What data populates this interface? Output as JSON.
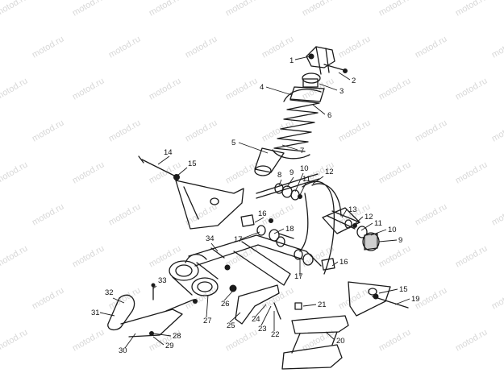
{
  "watermark": "motod.ru",
  "callouts": [
    "1",
    "2",
    "3",
    "4",
    "5",
    "6",
    "7",
    "8",
    "9",
    "10",
    "11",
    "12",
    "13",
    "12",
    "11",
    "10",
    "9",
    "14",
    "15",
    "16",
    "16",
    "17",
    "17",
    "18",
    "19",
    "15",
    "20",
    "21",
    "22",
    "23",
    "24",
    "25",
    "26",
    "27",
    "28",
    "29",
    "30",
    "31",
    "32",
    "33",
    "34"
  ]
}
